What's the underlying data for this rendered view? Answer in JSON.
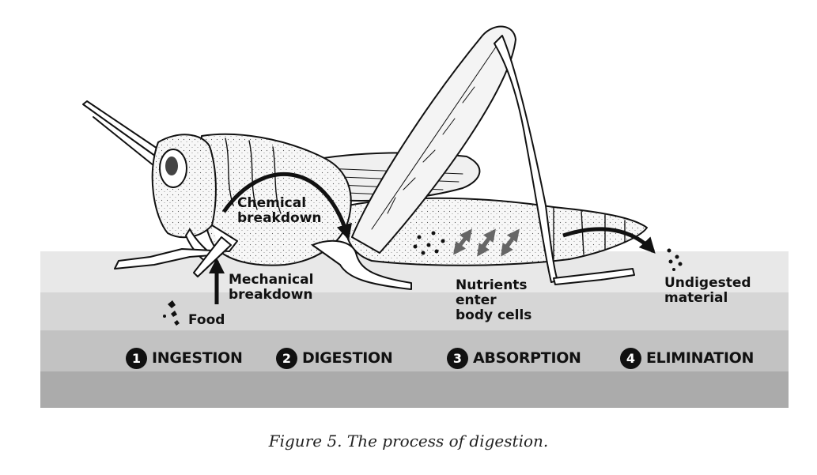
{
  "labels": {
    "chemical": [
      "Chemical",
      "breakdown"
    ],
    "mechanical": [
      "Mechanical",
      "breakdown"
    ],
    "food": "Food",
    "nutrients": [
      "Nutrients",
      "enter",
      "body cells"
    ],
    "undigested": [
      "Undigested",
      "material"
    ]
  },
  "steps": [
    {
      "num": "1",
      "name": "INGESTION"
    },
    {
      "num": "2",
      "name": "DIGESTION"
    },
    {
      "num": "3",
      "name": "ABSORPTION"
    },
    {
      "num": "4",
      "name": "ELIMINATION"
    }
  ],
  "caption": "Figure 5. The process of digestion.",
  "colors": {
    "band_1": "#e8e8e8",
    "band_2": "#d6d6d6",
    "band_3": "#c2c2c2",
    "band_4": "#ababab",
    "ink": "#111111"
  }
}
